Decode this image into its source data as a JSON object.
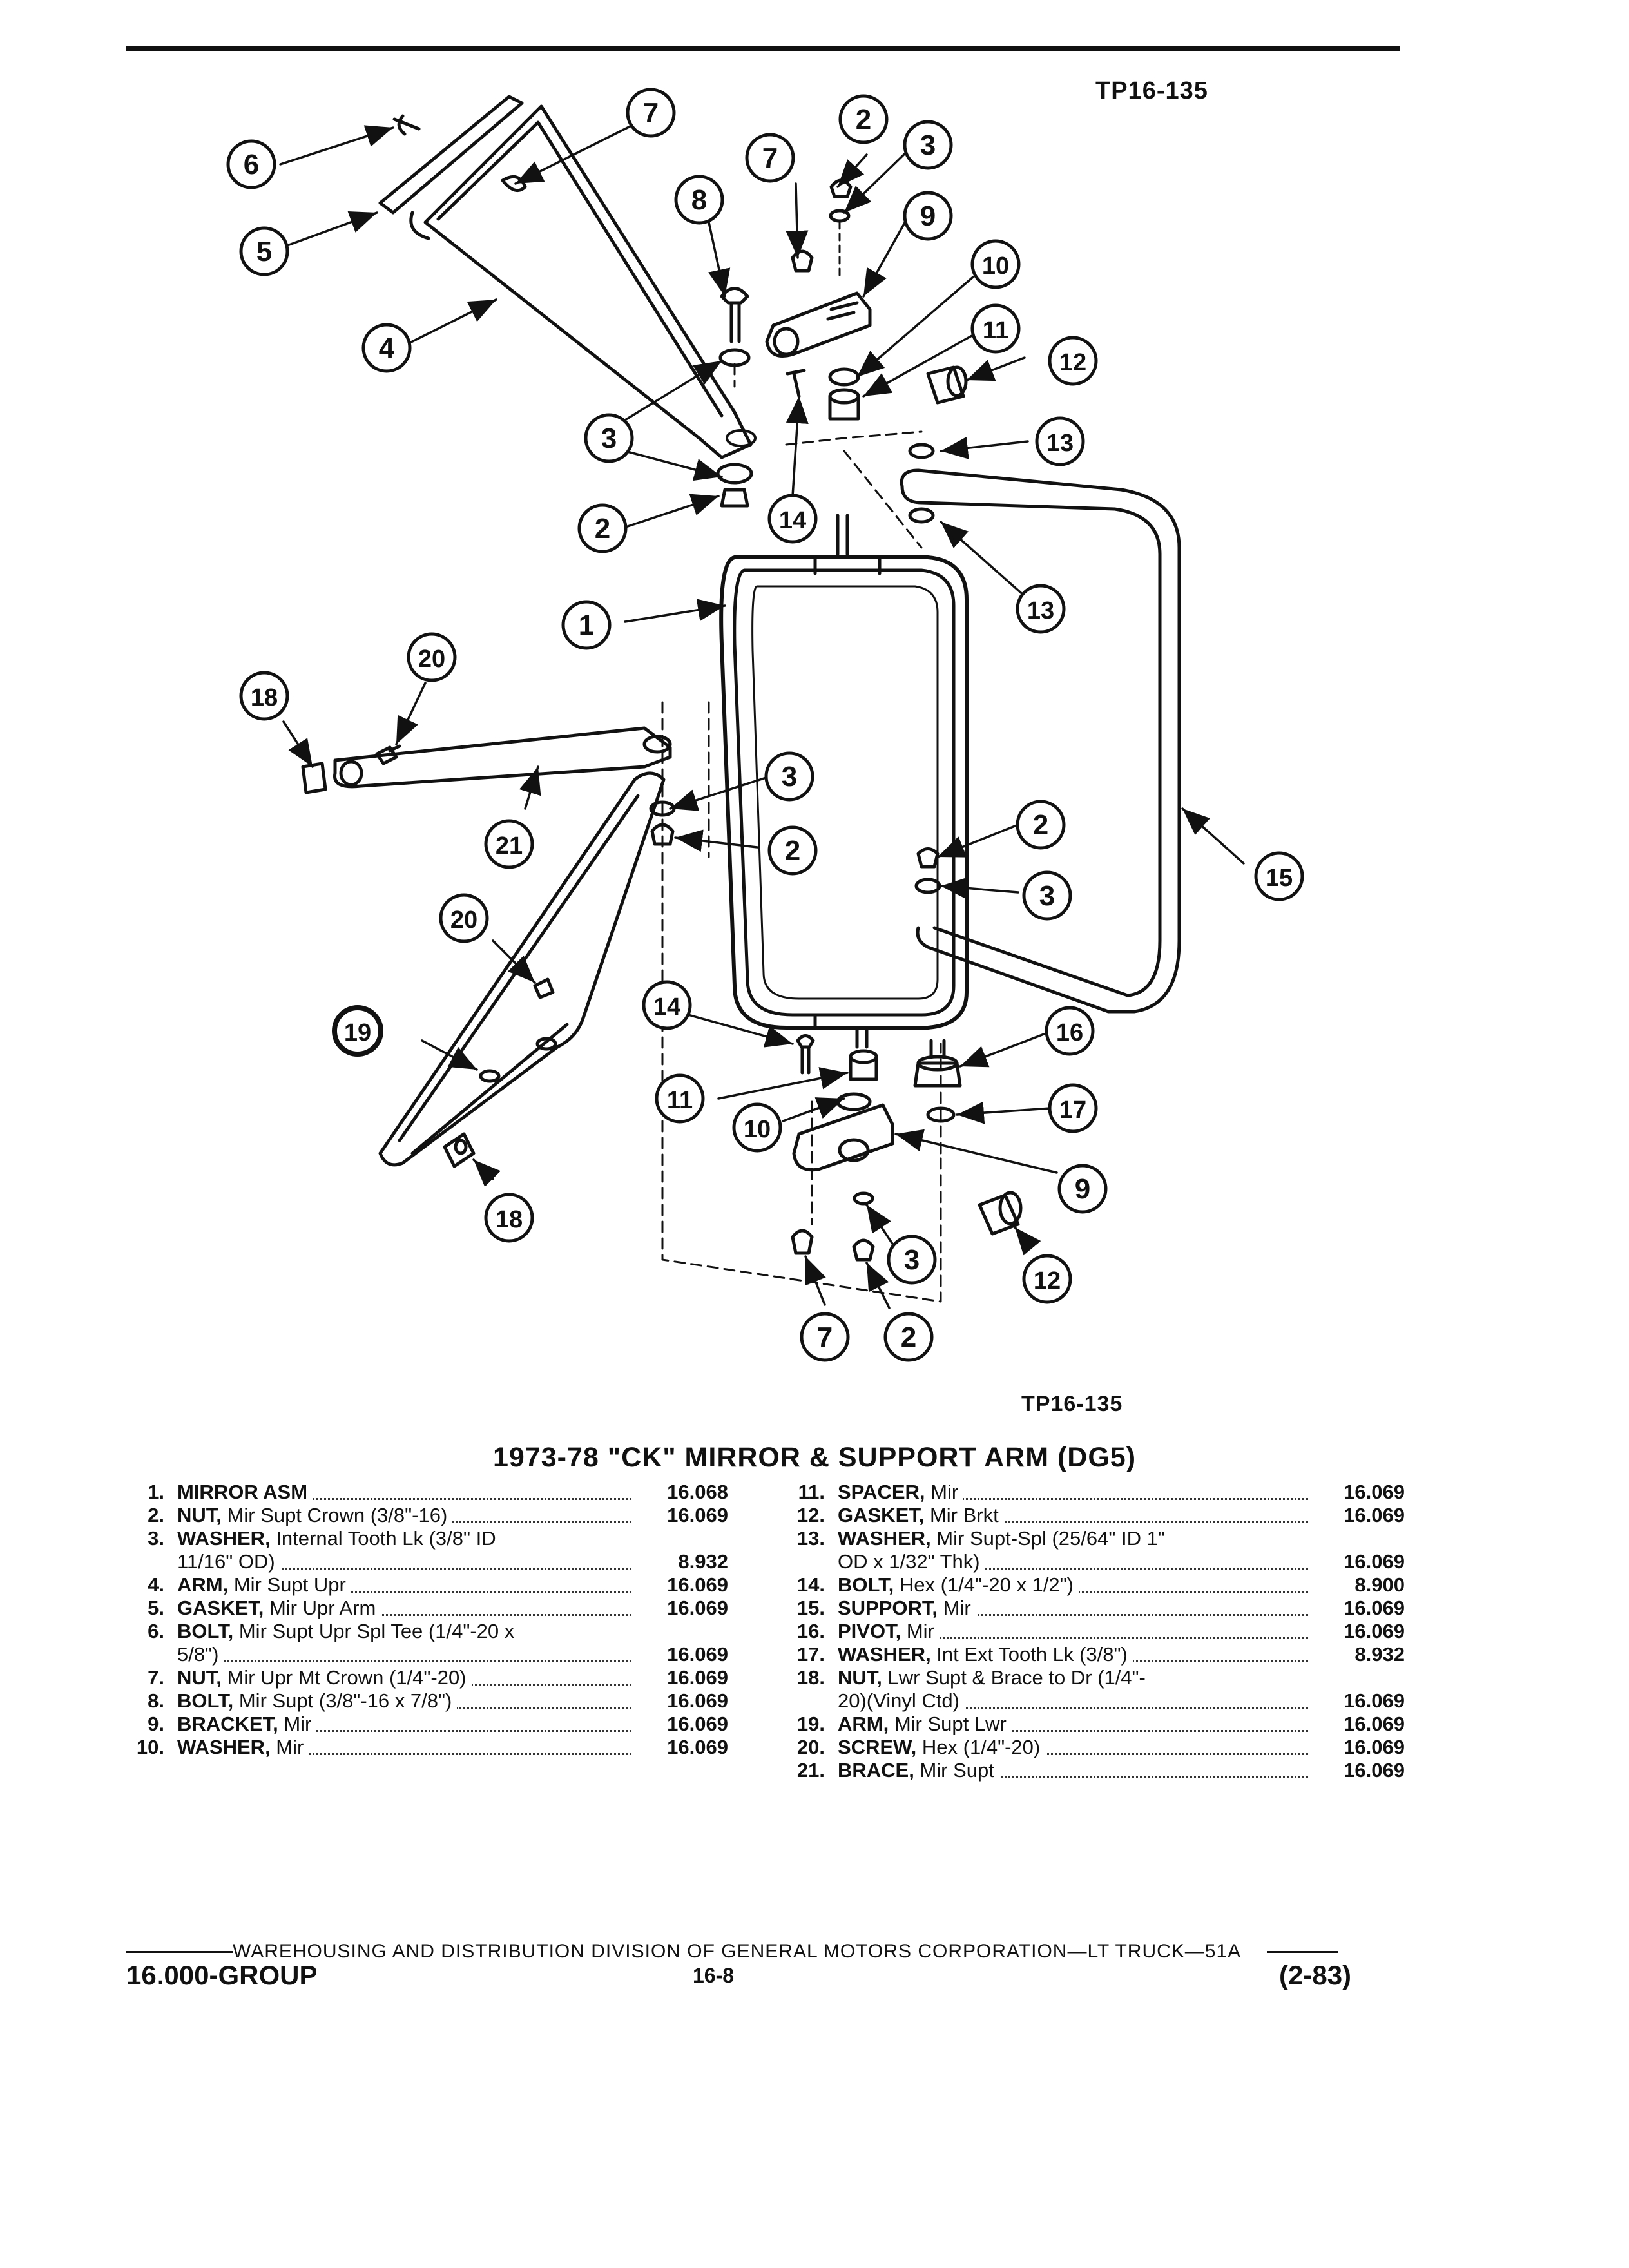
{
  "figure_id": "TP16-135",
  "figure_id_bottom": "TP16-135",
  "title": "1973-78 \"CK\" MIRROR & SUPPORT ARM (DG5)",
  "callouts": [
    "1",
    "2",
    "3",
    "4",
    "5",
    "6",
    "7",
    "8",
    "9",
    "10",
    "11",
    "12",
    "13",
    "14",
    "15",
    "16",
    "17",
    "18",
    "19",
    "20",
    "21"
  ],
  "parts_left": [
    {
      "num": "1.",
      "name": "MIRROR ASM",
      "desc": "",
      "ref": "16.068"
    },
    {
      "num": "2.",
      "name": "NUT,",
      "desc": " Mir Supt Crown (3/8\"-16)",
      "ref": "16.069"
    },
    {
      "num": "3.",
      "name": "WASHER,",
      "desc": " Internal Tooth Lk (3/8\" ID",
      "ref": ""
    },
    {
      "num": "",
      "name": "",
      "desc": "11/16\" OD)",
      "ref": "8.932"
    },
    {
      "num": "4.",
      "name": "ARM,",
      "desc": " Mir Supt Upr",
      "ref": "16.069"
    },
    {
      "num": "5.",
      "name": "GASKET,",
      "desc": " Mir Upr Arm",
      "ref": "16.069"
    },
    {
      "num": "6.",
      "name": "BOLT,",
      "desc": " Mir Supt Upr Spl Tee (1/4\"-20 x",
      "ref": ""
    },
    {
      "num": "",
      "name": "",
      "desc": "5/8\")",
      "ref": "16.069"
    },
    {
      "num": "7.",
      "name": "NUT,",
      "desc": " Mir Upr Mt Crown (1/4\"-20)",
      "ref": "16.069"
    },
    {
      "num": "8.",
      "name": "BOLT,",
      "desc": " Mir Supt (3/8\"-16 x 7/8\")",
      "ref": "16.069"
    },
    {
      "num": "9.",
      "name": "BRACKET,",
      "desc": " Mir",
      "ref": "16.069"
    },
    {
      "num": "10.",
      "name": "WASHER,",
      "desc": " Mir",
      "ref": "16.069"
    }
  ],
  "parts_right": [
    {
      "num": "11.",
      "name": "SPACER,",
      "desc": " Mir",
      "ref": "16.069"
    },
    {
      "num": "12.",
      "name": "GASKET,",
      "desc": " Mir Brkt",
      "ref": "16.069"
    },
    {
      "num": "13.",
      "name": "WASHER,",
      "desc": " Mir Supt-Spl (25/64\" ID 1\"",
      "ref": ""
    },
    {
      "num": "",
      "name": "",
      "desc": "OD x 1/32\" Thk)",
      "ref": "16.069"
    },
    {
      "num": "14.",
      "name": "BOLT,",
      "desc": " Hex (1/4\"-20 x 1/2\")",
      "ref": "8.900"
    },
    {
      "num": "15.",
      "name": "SUPPORT,",
      "desc": " Mir",
      "ref": "16.069"
    },
    {
      "num": "16.",
      "name": "PIVOT,",
      "desc": " Mir",
      "ref": "16.069"
    },
    {
      "num": "17.",
      "name": "WASHER,",
      "desc": " Int Ext Tooth Lk (3/8\")",
      "ref": "8.932"
    },
    {
      "num": "18.",
      "name": "NUT,",
      "desc": " Lwr Supt & Brace to Dr (1/4\"-",
      "ref": ""
    },
    {
      "num": "",
      "name": "",
      "desc": "20)(Vinyl Ctd)",
      "ref": "16.069"
    },
    {
      "num": "19.",
      "name": "ARM,",
      "desc": " Mir Supt Lwr",
      "ref": "16.069"
    },
    {
      "num": "20.",
      "name": "SCREW,",
      "desc": " Hex (1/4\"-20)",
      "ref": "16.069"
    },
    {
      "num": "21.",
      "name": "BRACE,",
      "desc": " Mir Supt",
      "ref": "16.069"
    }
  ],
  "footer": {
    "division": "WAREHOUSING AND DISTRIBUTION  DIVISION OF GENERAL MOTORS CORPORATION—LT TRUCK—51A",
    "group": "16.000-GROUP",
    "page": "16-8",
    "date": "(2-83)"
  }
}
